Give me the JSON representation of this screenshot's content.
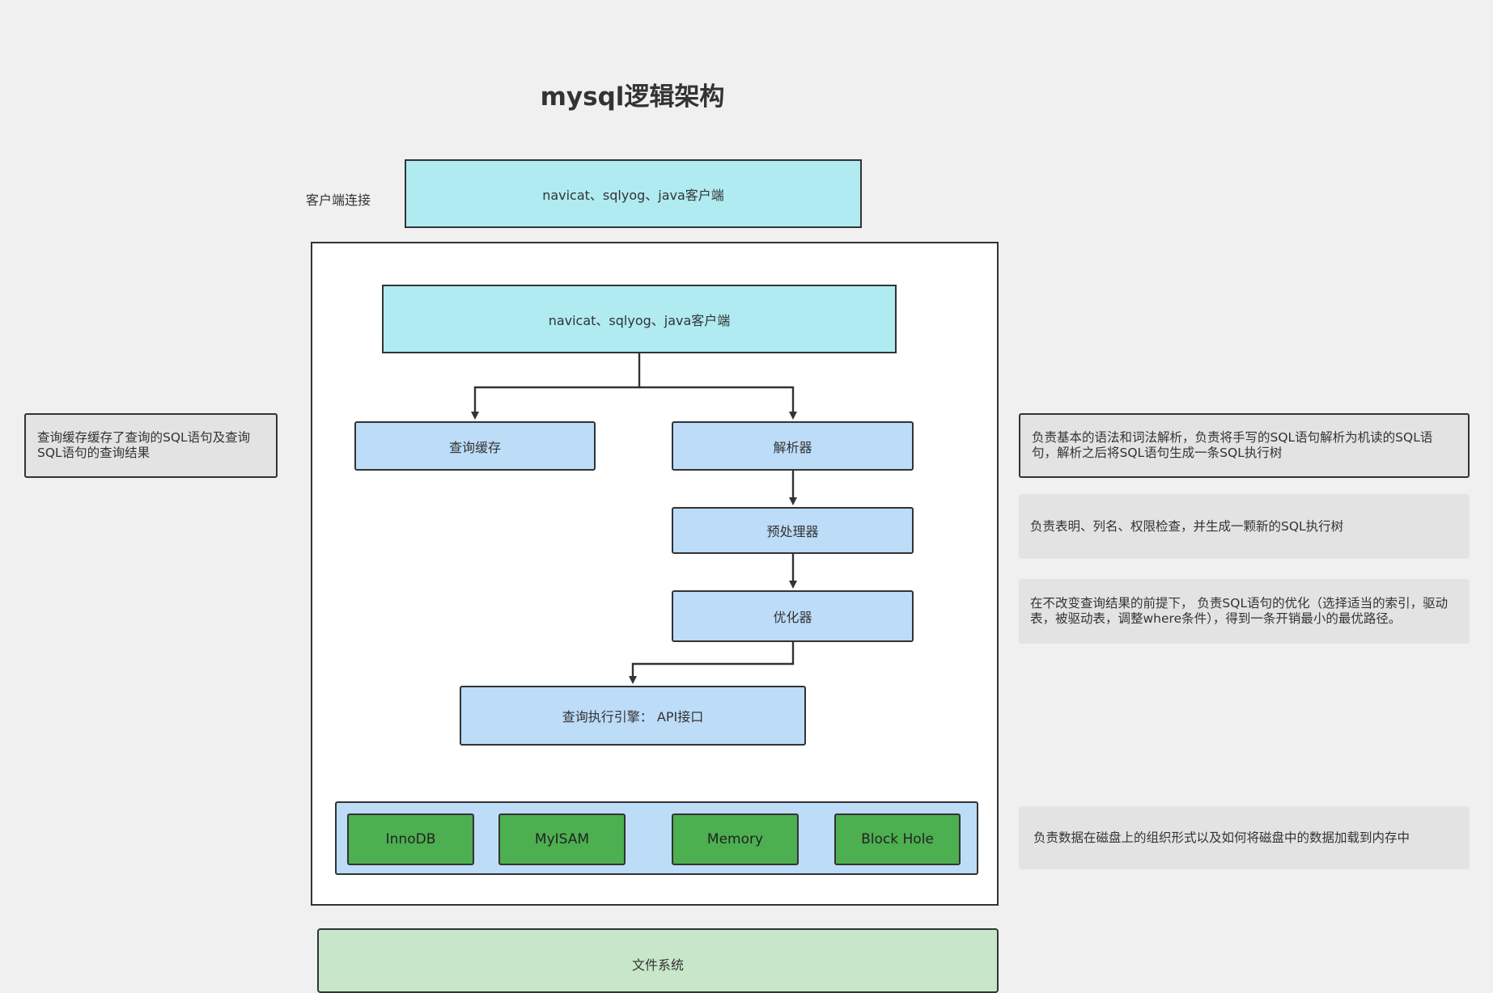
{
  "title": "mysql逻辑架构",
  "client_label": "客户端连接",
  "client_box": "navicat、sqlyog、java客户端",
  "connector_box": "navicat、sqlyog、java客户端",
  "query_cache": "查询缓存",
  "parser": "解析器",
  "preprocessor": "预处理器",
  "optimizer": "优化器",
  "executor": "查询执行引擎： API接口",
  "engines": [
    "InnoDB",
    "MyISAM",
    "Memory",
    "Block Hole"
  ],
  "file_system": "文件系统",
  "notes": {
    "cache": "查询缓存缓存了查询的SQL语句及查询SQL语句的查询结果",
    "parser": "负责基本的语法和词法解析，负责将手写的SQL语句解析为机读的SQL语句，解析之后将SQL语句生成一条SQL执行树",
    "preprocessor": "负责表明、列名、权限检查，并生成一颗新的SQL执行树",
    "optimizer": "在不改变查询结果的前提下， 负责SQL语句的优化（选择适当的索引，驱动表，被驱动表，调整where条件），得到一条开销最小的最优路径。",
    "storage": "负责数据在磁盘上的组织形式以及如何将磁盘中的数据加载到内存中"
  },
  "colors": {
    "background": "#f0f0f0",
    "cyan_box": "#b0ebf2",
    "blue_box": "#bcdcf8",
    "engine_green": "#4caf50",
    "file_system_green": "#c8e6c9",
    "note_gray": "#e3e3e3",
    "stroke": "#333333"
  }
}
